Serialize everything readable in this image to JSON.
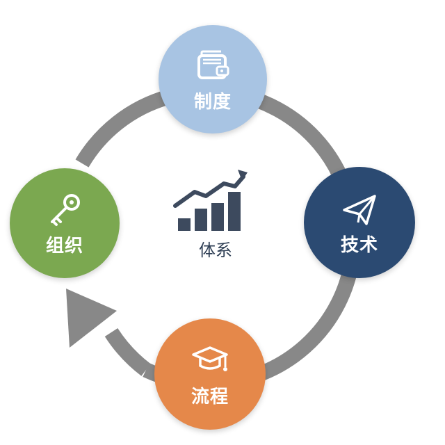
{
  "center": {
    "label": "体系",
    "icon": "bar-chart-trend-icon"
  },
  "nodes": {
    "top": {
      "label": "制度",
      "icon": "wallet-icon",
      "color": "#a8c4e3"
    },
    "right": {
      "label": "技术",
      "icon": "paper-plane-icon",
      "color": "#2b4a72"
    },
    "bottom": {
      "label": "流程",
      "icon": "graduation-cap-icon",
      "color": "#e5884a"
    },
    "left": {
      "label": "组织",
      "icon": "key-icon",
      "color": "#7ba850"
    }
  },
  "ring": {
    "color": "#888888",
    "direction": "clockwise"
  }
}
